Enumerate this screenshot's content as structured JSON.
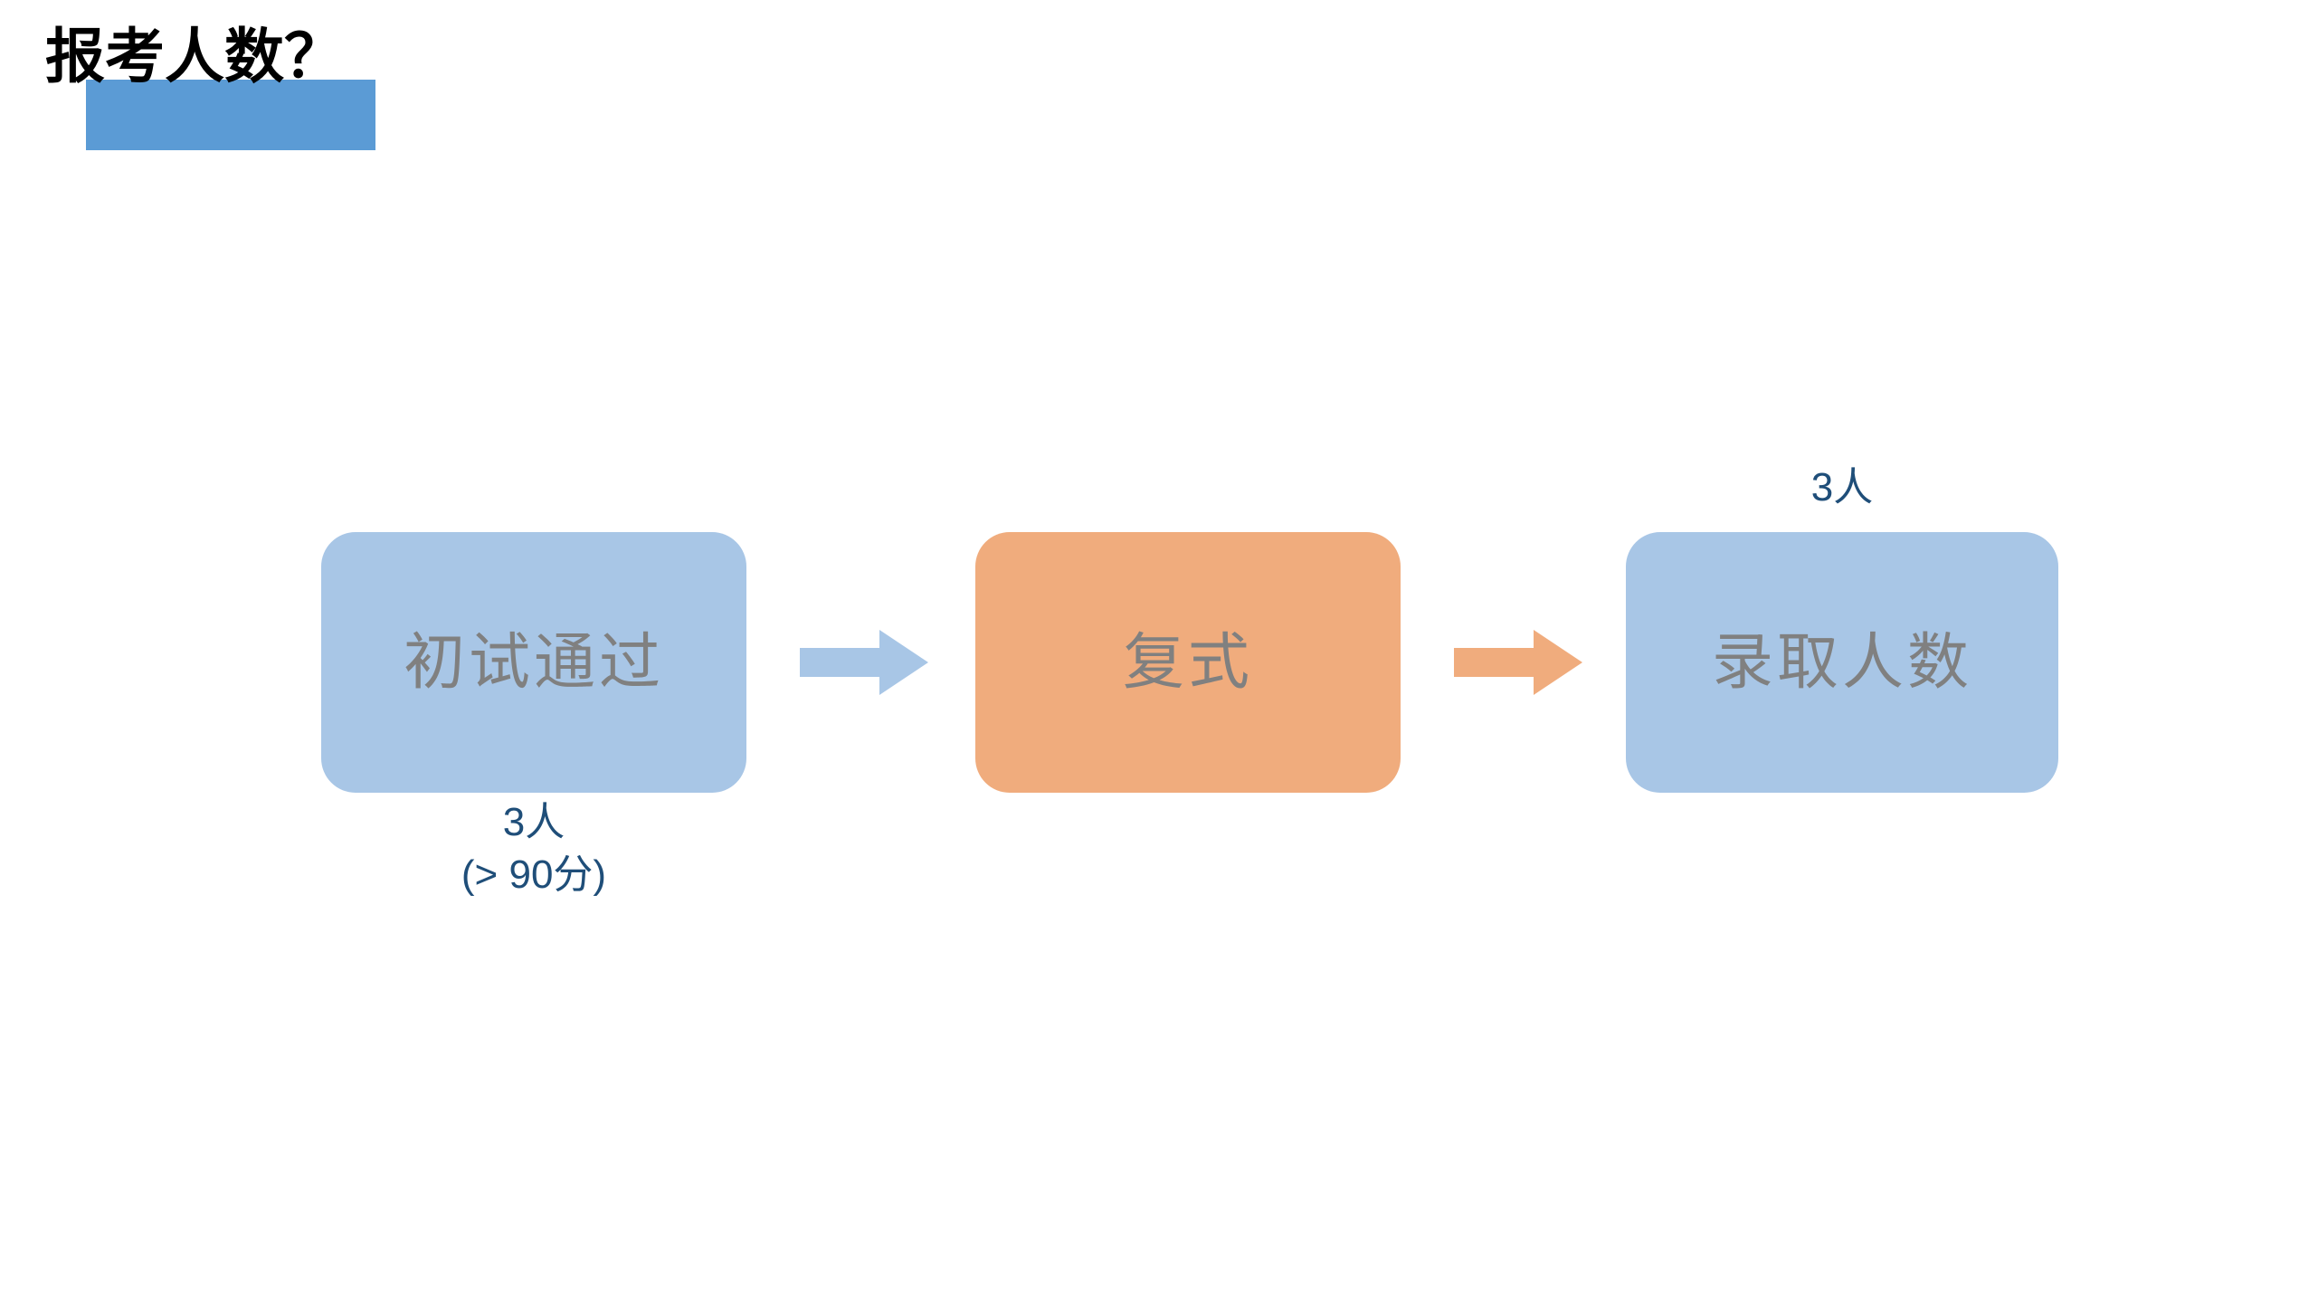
{
  "slide": {
    "title": "报考人数？",
    "background_color": "#FFFFFF",
    "title_color": "#000000",
    "title_highlight_color": "#5B9BD5"
  },
  "theme": {
    "blue_fill": "#A8C6E6",
    "orange_fill": "#F0AC7D",
    "node_text_color": "#808080",
    "caption_text_color": "#1F4E79"
  },
  "chart_data": {
    "type": "diagram",
    "title": "报考人数？",
    "flow": [
      {
        "id": "node-1",
        "label": "初试通过",
        "fill": "#A8C6E6",
        "caption_position": "below",
        "caption_lines": [
          "3人",
          "(> 90分)"
        ],
        "count": 3,
        "score_threshold": 90
      },
      {
        "id": "node-2",
        "label": "复式",
        "fill": "#F0AC7D",
        "caption_position": "none",
        "caption_lines": []
      },
      {
        "id": "node-3",
        "label": "录取人数",
        "fill": "#A8C6E6",
        "caption_position": "above",
        "caption_lines": [
          "3人"
        ],
        "count": 3
      }
    ],
    "arrows": [
      {
        "id": "arrow-1",
        "from": "node-1",
        "to": "node-2",
        "color": "#A8C6E6",
        "glyph": "right-block-arrow"
      },
      {
        "id": "arrow-2",
        "from": "node-2",
        "to": "node-3",
        "color": "#F0AC7D",
        "glyph": "right-block-arrow"
      }
    ]
  },
  "nodes": {
    "n1": {
      "label": "初试通过"
    },
    "n2": {
      "label": "复式"
    },
    "n3": {
      "label": "录取人数"
    }
  },
  "captions": {
    "c1_line1": "3人",
    "c1_line2": "(> 90分)",
    "c3_line1": "3人"
  }
}
